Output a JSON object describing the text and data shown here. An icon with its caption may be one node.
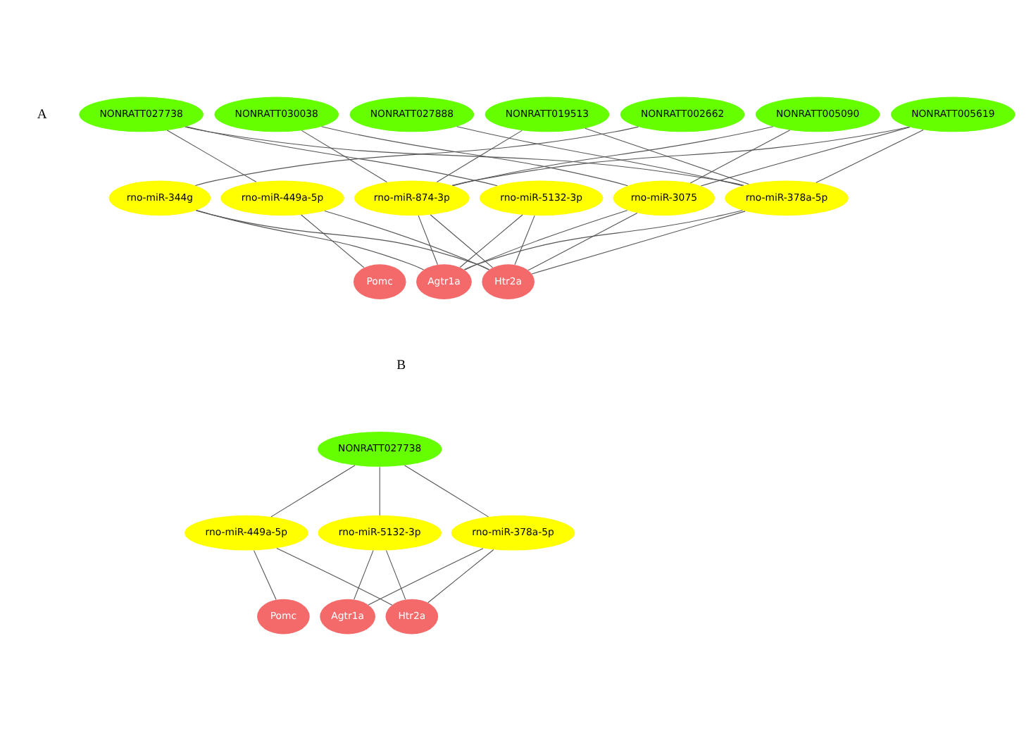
{
  "diagram": {
    "nodes": [
      {
        "text": [
          "NONRATT027738"
        ]
      },
      {
        "text": [
          "NONRATT030038"
        ]
      },
      {
        "text": [
          "NONRATT027888"
        ]
      },
      {
        "text": [
          "NONRATT019513"
        ]
      },
      {
        "text": [
          "NONRATT002662"
        ]
      },
      {
        "text": [
          "NONRATT005090"
        ]
      },
      {
        "text": [
          "NONRATT005619"
        ]
      },
      {
        "text": [
          "rno-miR-344g"
        ]
      },
      {
        "text": [
          "rno-miR-449a-5p"
        ]
      },
      {
        "text": [
          "rno-miR-874-3p"
        ]
      },
      {
        "text": [
          "rno-miR-5132-3p"
        ]
      },
      {
        "text": [
          "rno-miR-3075"
        ]
      },
      {
        "text": [
          "rno-miR-378a-5p"
        ]
      },
      {
        "text": [
          "Pomc"
        ]
      },
      {
        "text": [
          "Agtr1a"
        ]
      },
      {
        "text": [
          "Htr2a"
        ]
      },
      {
        "text": [
          "NONRATT027738"
        ]
      },
      {
        "text": [
          "rno-miR-449a-5p"
        ]
      },
      {
        "text": [
          "rno-miR-5132-3p"
        ]
      },
      {
        "text": [
          "rno-miR-378a-5p"
        ]
      },
      {
        "text": [
          "Pomc"
        ]
      },
      {
        "text": [
          "Agtr1a"
        ]
      },
      {
        "text": [
          "Htr2a"
        ]
      }
    ],
    "edges": [
      {
        "from": 0,
        "to": 8,
        "arrow": "none"
      },
      {
        "from": 0,
        "to": 10,
        "arrow": "none"
      },
      {
        "from": 0,
        "to": 12,
        "arrow": "none"
      },
      {
        "from": 1,
        "to": 9,
        "arrow": "none"
      },
      {
        "from": 1,
        "to": 11,
        "arrow": "none"
      },
      {
        "from": 2,
        "to": 12,
        "arrow": "none"
      },
      {
        "from": 3,
        "to": 9,
        "arrow": "none"
      },
      {
        "from": 3,
        "to": 12,
        "arrow": "none"
      },
      {
        "from": 4,
        "to": 7,
        "arrow": "none"
      },
      {
        "from": 5,
        "to": 9,
        "arrow": "none"
      },
      {
        "from": 5,
        "to": 11,
        "arrow": "none"
      },
      {
        "from": 6,
        "to": 9,
        "arrow": "none"
      },
      {
        "from": 6,
        "to": 11,
        "arrow": "none"
      },
      {
        "from": 6,
        "to": 12,
        "arrow": "none"
      },
      {
        "from": 7,
        "to": 14,
        "arrow": "none"
      },
      {
        "from": 7,
        "to": 15,
        "arrow": "none"
      },
      {
        "from": 8,
        "to": 13,
        "arrow": "none"
      },
      {
        "from": 8,
        "to": 15,
        "arrow": "none"
      },
      {
        "from": 9,
        "to": 14,
        "arrow": "none"
      },
      {
        "from": 9,
        "to": 15,
        "arrow": "none"
      },
      {
        "from": 10,
        "to": 14,
        "arrow": "none"
      },
      {
        "from": 10,
        "to": 15,
        "arrow": "none"
      },
      {
        "from": 11,
        "to": 14,
        "arrow": "none"
      },
      {
        "from": 11,
        "to": 15,
        "arrow": "none"
      },
      {
        "from": 12,
        "to": 14,
        "arrow": "none"
      },
      {
        "from": 12,
        "to": 15,
        "arrow": "none"
      },
      {
        "from": 16,
        "to": 17,
        "arrow": "none"
      },
      {
        "from": 16,
        "to": 18,
        "arrow": "none"
      },
      {
        "from": 16,
        "to": 19,
        "arrow": "none"
      },
      {
        "from": 17,
        "to": 20,
        "arrow": "none"
      },
      {
        "from": 17,
        "to": 22,
        "arrow": "none"
      },
      {
        "from": 18,
        "to": 21,
        "arrow": "none"
      },
      {
        "from": 18,
        "to": 22,
        "arrow": "none"
      },
      {
        "from": 19,
        "to": 21,
        "arrow": "none"
      },
      {
        "from": 19,
        "to": 22,
        "arrow": "none"
      }
    ],
    "labels": [
      "A",
      "B"
    ]
  }
}
